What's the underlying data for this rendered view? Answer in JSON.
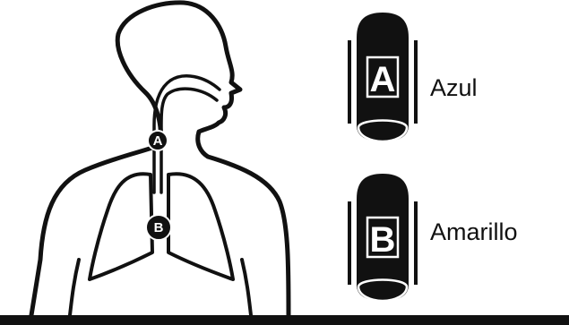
{
  "markers": {
    "a": "A",
    "b": "B"
  },
  "devices": [
    {
      "letter": "A",
      "label": "Azul"
    },
    {
      "letter": "B",
      "label": "Amarillo"
    }
  ],
  "colors": {
    "ink": "#111111",
    "background": "#ffffff"
  }
}
